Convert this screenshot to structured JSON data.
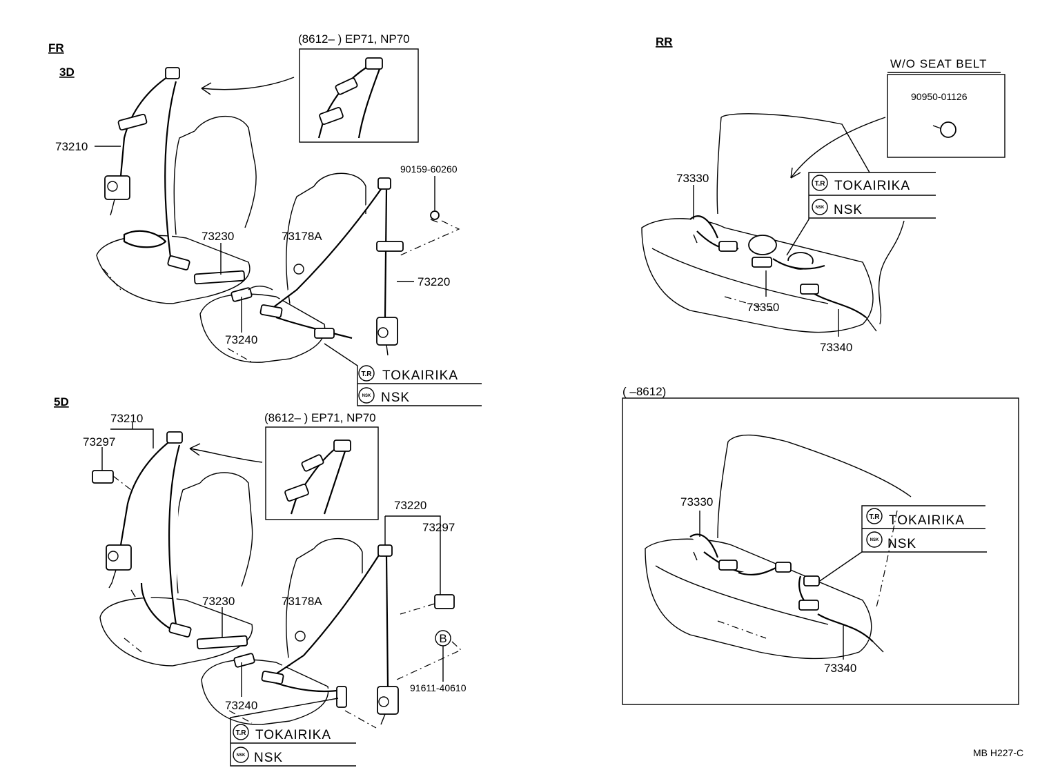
{
  "sections": {
    "front": "FR",
    "three_door": "3D",
    "five_door": "5D",
    "rear": "RR"
  },
  "headers": {
    "fr3d_inset": "(8612–          ) EP71, NP70",
    "fr5d_inset": "(8612–          ) EP71, NP70",
    "rr_without": "W/O SEAT BELT",
    "rr_box": "(            –8612)"
  },
  "parts": {
    "p73210_3d": "73210",
    "p73230_3d": "73230",
    "p73178a_3d": "73178A",
    "p90159": "90159-60260",
    "p73220_3d": "73220",
    "p73240_3d": "73240",
    "p73210_5d": "73210",
    "p73297_5d_left": "73297",
    "p73230_5d": "73230",
    "p73178a_5d": "73178A",
    "p73220_5d": "73220",
    "p73297_5d_right": "73297",
    "p91611": "91611-40610",
    "p73240_5d": "73240",
    "p73330": "73330",
    "p73350": "73350",
    "p73340": "73340",
    "p90950": "90950-01126",
    "p73330_box": "73330",
    "p73340_box": "73340"
  },
  "suppliers": {
    "tr_mark": "T.R",
    "nsk_mark": "NSK",
    "tokairika": "TOKAIRIKA",
    "nsk": "NSK"
  },
  "callouts": {
    "b_mark": "B"
  },
  "footer": {
    "code": "MB  H227-C"
  }
}
